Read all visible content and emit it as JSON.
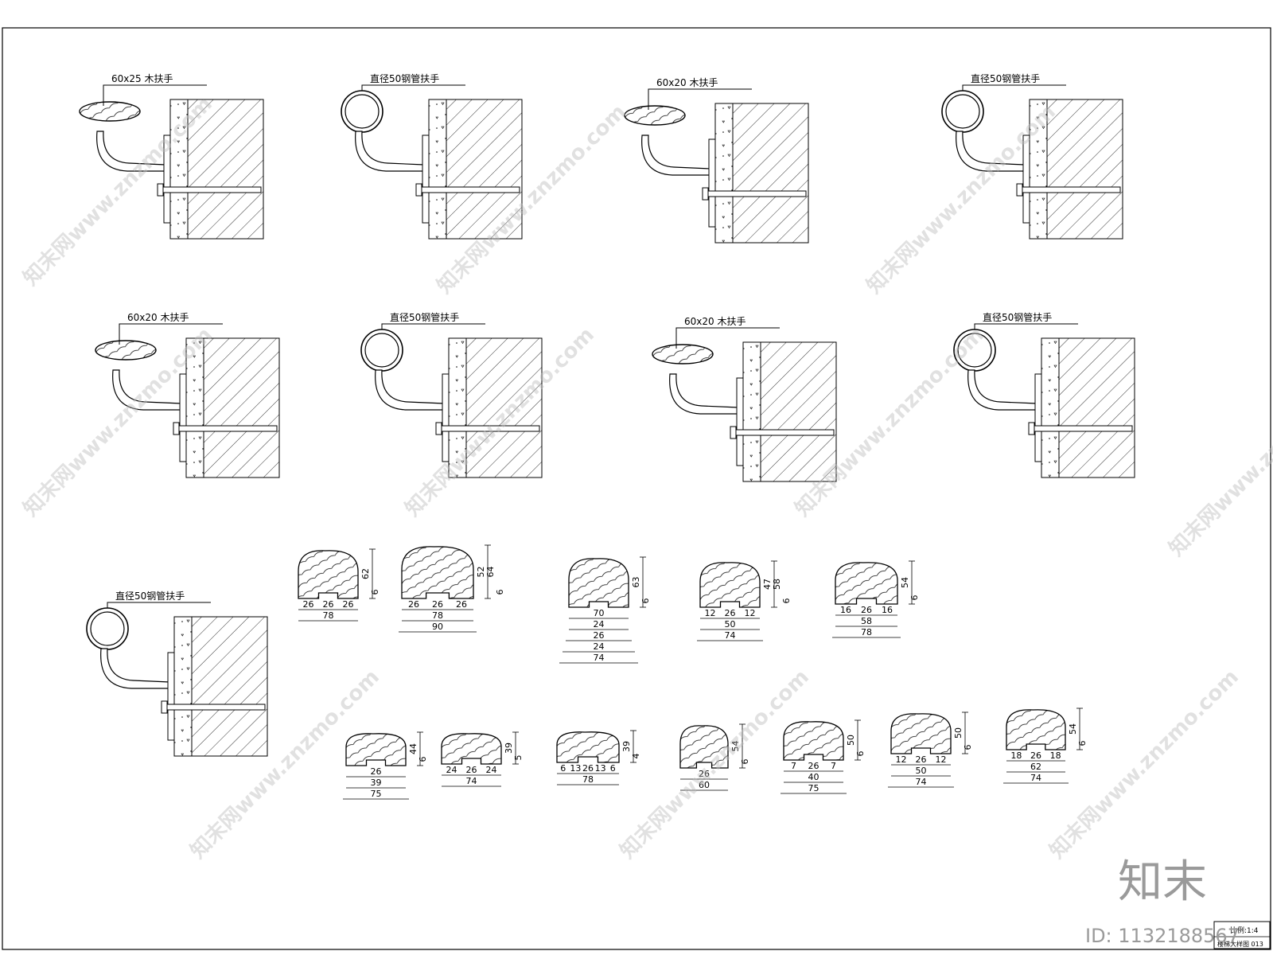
{
  "brackets": [
    {
      "label": "60x25 木扶手"
    },
    {
      "label": "直径50钢管扶手"
    },
    {
      "label": "60x20 木扶手"
    },
    {
      "label": "直径50钢管扶手"
    },
    {
      "label": "60x20 木扶手"
    },
    {
      "label": "直径50钢管扶手"
    },
    {
      "label": "60x20 木扶手"
    },
    {
      "label": "直径50钢管扶手"
    },
    {
      "label": "直径50钢管扶手"
    }
  ],
  "profiles": [
    {
      "height": [
        "62",
        "6"
      ],
      "bottom": [
        "26",
        "26",
        "26"
      ],
      "totals": [
        "78"
      ]
    },
    {
      "height": [
        "52",
        "64",
        "6"
      ],
      "bottom": [
        "26",
        "26",
        "26"
      ],
      "totals": [
        "78",
        "90"
      ]
    },
    {
      "height": [
        "63",
        "6"
      ],
      "bottom": [
        "70"
      ],
      "totals": [
        "24",
        "26",
        "24",
        "74"
      ]
    },
    {
      "height": [
        "47",
        "58",
        "6"
      ],
      "bottom": [
        "12",
        "26",
        "12"
      ],
      "totals": [
        "50",
        "74"
      ]
    },
    {
      "height": [
        "54",
        "6"
      ],
      "bottom": [
        "16",
        "26",
        "16"
      ],
      "totals": [
        "58",
        "78"
      ]
    },
    {
      "height": [
        "44",
        "6"
      ],
      "bottom": [
        "26"
      ],
      "totals": [
        "39",
        "75"
      ]
    },
    {
      "height": [
        "39",
        "5"
      ],
      "bottom": [
        "24",
        "26",
        "24"
      ],
      "totals": [
        "74"
      ]
    },
    {
      "height": [
        "39",
        "4"
      ],
      "bottom": [
        "6",
        "13",
        "26",
        "13",
        "6"
      ],
      "totals": [
        "78"
      ]
    },
    {
      "height": [
        "54",
        "6"
      ],
      "bottom": [
        "26"
      ],
      "totals": [
        "60"
      ]
    },
    {
      "height": [
        "50",
        "6"
      ],
      "bottom": [
        "7",
        "26",
        "7"
      ],
      "totals": [
        "40",
        "75"
      ]
    },
    {
      "height": [
        "50",
        "6"
      ],
      "bottom": [
        "12",
        "26",
        "12"
      ],
      "totals": [
        "50",
        "74"
      ]
    },
    {
      "height": [
        "54",
        "6"
      ],
      "bottom": [
        "18",
        "26",
        "18"
      ],
      "totals": [
        "62",
        "74"
      ]
    }
  ],
  "title_block": {
    "scale": "比例:1:4",
    "drawing_no": "楼梯大样图 013"
  },
  "watermark": {
    "text": "知末网www.znzmo.com",
    "logo": "知末",
    "id": "ID: 1132188567"
  }
}
